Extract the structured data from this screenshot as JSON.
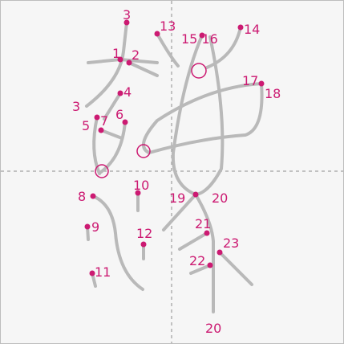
{
  "colors": {
    "background": "#f6f6f6",
    "border": "#bdbdbd",
    "guide": "#8c8c8c",
    "stroke": "#b9b9b9",
    "marker": "#cc1a72"
  },
  "labels": [
    {
      "id": "lbl-1",
      "text": "1"
    },
    {
      "id": "lbl-2",
      "text": "2"
    },
    {
      "id": "lbl-3a",
      "text": "3"
    },
    {
      "id": "lbl-3b",
      "text": "3"
    },
    {
      "id": "lbl-4",
      "text": "4"
    },
    {
      "id": "lbl-5",
      "text": "5"
    },
    {
      "id": "lbl-6",
      "text": "6"
    },
    {
      "id": "lbl-7",
      "text": "7"
    },
    {
      "id": "lbl-8",
      "text": "8"
    },
    {
      "id": "lbl-9",
      "text": "9"
    },
    {
      "id": "lbl-10",
      "text": "10"
    },
    {
      "id": "lbl-11",
      "text": "11"
    },
    {
      "id": "lbl-12",
      "text": "12"
    },
    {
      "id": "lbl-13",
      "text": "13"
    },
    {
      "id": "lbl-14",
      "text": "14"
    },
    {
      "id": "lbl-15-16",
      "text": "15 16"
    },
    {
      "id": "lbl-17",
      "text": "17"
    },
    {
      "id": "lbl-18",
      "text": "18"
    },
    {
      "id": "lbl-19",
      "text": "19"
    },
    {
      "id": "lbl-20a",
      "text": "20"
    },
    {
      "id": "lbl-20b",
      "text": "20"
    },
    {
      "id": "lbl-21",
      "text": "21"
    },
    {
      "id": "lbl-22",
      "text": "22"
    },
    {
      "id": "lbl-23",
      "text": "23"
    }
  ]
}
